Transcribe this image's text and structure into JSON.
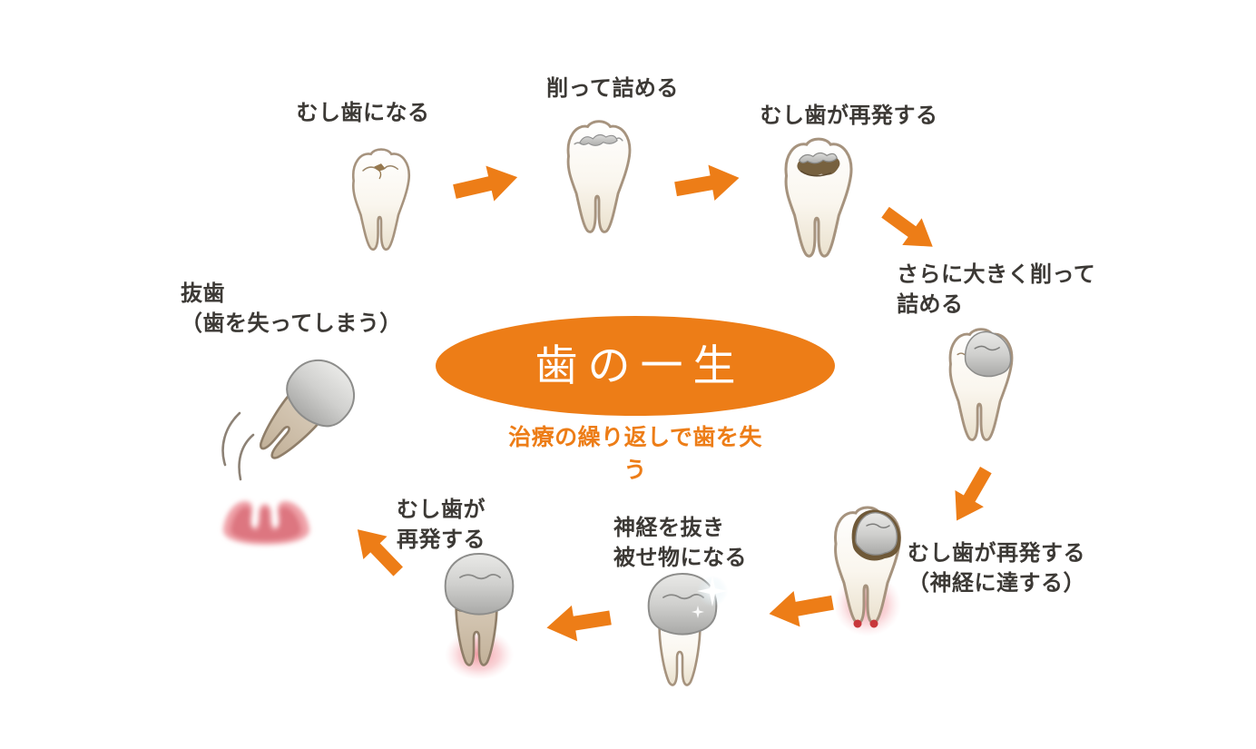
{
  "diagram": {
    "title": "歯の一生",
    "subtitle": "治療の繰り返しで歯を失う",
    "stages": [
      {
        "name": "cavity",
        "lines": [
          "むし歯になる"
        ]
      },
      {
        "name": "drill-and-fill",
        "lines": [
          "削って詰める"
        ]
      },
      {
        "name": "cavity-recurs",
        "lines": [
          "むし歯が再発する"
        ]
      },
      {
        "name": "larger-drill-and-fill",
        "lines": [
          "さらに大きく削って",
          "詰める"
        ]
      },
      {
        "name": "cavity-recurs-reaches-nerve",
        "lines": [
          "むし歯が再発する",
          "（神経に達する）"
        ]
      },
      {
        "name": "nerve-removed-crowned",
        "lines": [
          "神経を抜き",
          "被せ物になる"
        ]
      },
      {
        "name": "cavity-recurs-again",
        "lines": [
          "むし歯が",
          "再発する"
        ]
      },
      {
        "name": "extraction",
        "lines": [
          "抜歯",
          "（歯を失ってしまう）"
        ]
      }
    ],
    "icons": {
      "arrow": "orange-block-arrow",
      "sparkle": "sparkle-star",
      "tooth": "molar-illustration"
    },
    "colors": {
      "accent_orange": "#ED7D17",
      "label_text": "#3C3935",
      "title_text": "#FFFFFF",
      "tooth_outline": "#A6937E",
      "filling_silver": "#C7C7C5",
      "decay_brown": "#6F5938",
      "inflamed_red": "#C8373B",
      "gum_pink": "#E8838C"
    }
  }
}
